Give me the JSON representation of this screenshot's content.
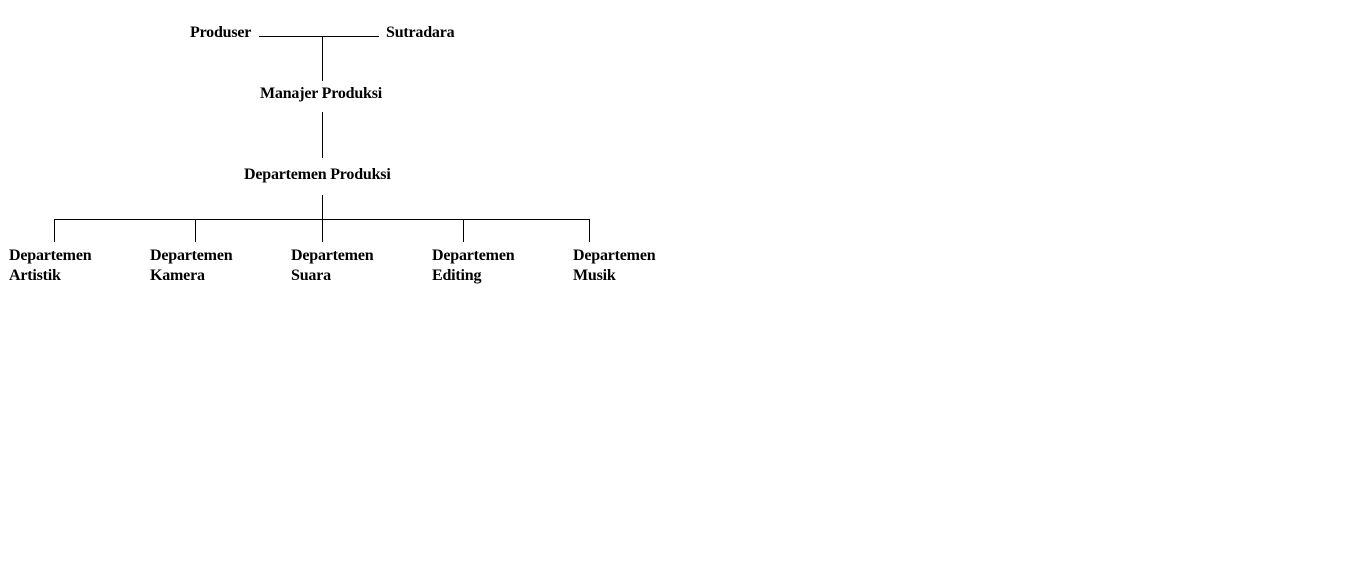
{
  "org_chart": {
    "top": {
      "produser": "Produser",
      "sutradara": "Sutradara"
    },
    "manajer": "Manajer Produksi",
    "departemen_produksi": "Departemen Produksi",
    "departments": [
      {
        "line1": "Departemen",
        "line2": "Artistik"
      },
      {
        "line1": "Departemen",
        "line2": "Kamera"
      },
      {
        "line1": "Departemen",
        "line2": "Suara"
      },
      {
        "line1": "Departemen",
        "line2": "Editing"
      },
      {
        "line1": "Departemen",
        "line2": "Musik"
      }
    ]
  },
  "colors": {
    "line": "#000000",
    "text": "#000000",
    "background": "#ffffff"
  }
}
